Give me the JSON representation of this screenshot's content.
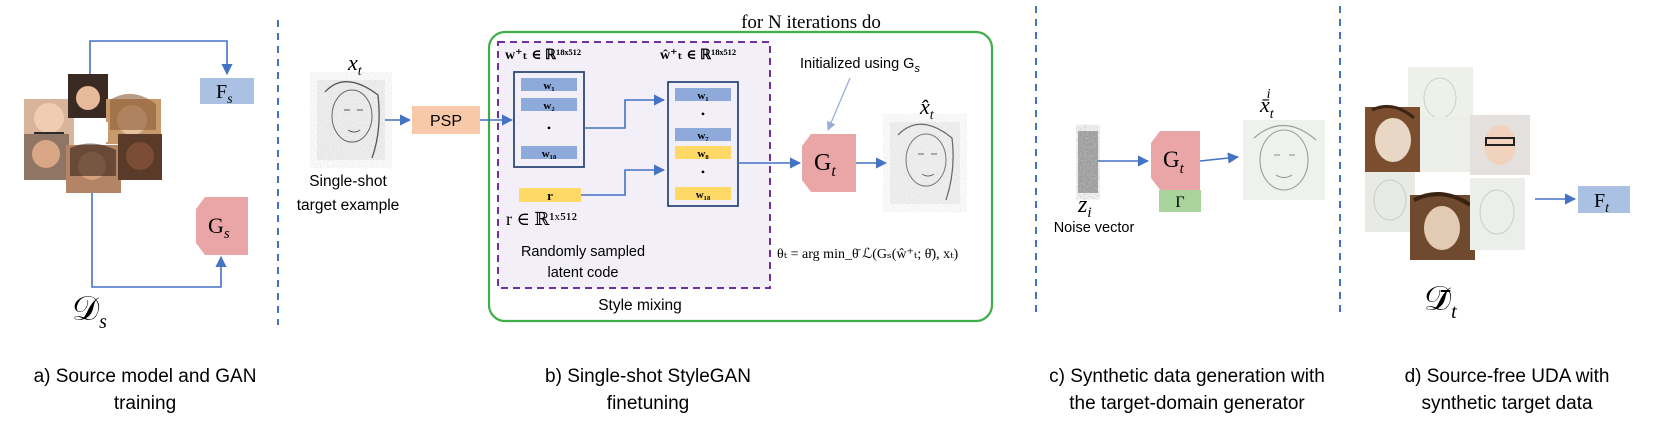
{
  "colors": {
    "arrow": "#4472c4",
    "divider": "#4472c4",
    "generator": "#eaa6a6",
    "classifier": "#aac1e4",
    "psp": "#f8c9a8",
    "gamma": "#a8d39a",
    "latent_bar": "#8eaadb",
    "mix_bar": "#ffd966",
    "style_box_fill": "#f3eff9",
    "style_box_border": "#7030a0",
    "loop_border": "#3fae49"
  },
  "panel_a": {
    "caption_line1": "a) Source model and GAN",
    "caption_line2": "training",
    "dataset_label": "𝒟",
    "dataset_sub": "s",
    "classifier_label": "F",
    "classifier_sub": "s",
    "generator_label": "G",
    "generator_sub": "s"
  },
  "panel_b": {
    "caption_line1": "b) Single-shot StyleGAN",
    "caption_line2": "finetuning",
    "loop_label": "for N iterations do",
    "input_label": "x",
    "input_sub": "t",
    "input_caption_line1": "Single-shot",
    "input_caption_line2": "target example",
    "encoder_label": "PSP",
    "wplus_label": "w⁺ₜ ∈ ℝ¹⁸ˣ⁵¹²",
    "wplus_items": [
      "w₁",
      "w₂",
      "•",
      "w₁₈"
    ],
    "what_label": "ŵ⁺ₜ ∈ ℝ¹⁸ˣ⁵¹²",
    "what_items": [
      "w₁",
      "•",
      "w₇",
      "w₈",
      "•",
      "w₁₈"
    ],
    "r_label": "r",
    "r_space": "r ∈ ℝ¹ˣ⁵¹²",
    "random_caption_line1": "Randomly sampled",
    "random_caption_line2": "latent code",
    "style_mixing_label": "Style mixing",
    "init_label": "Initialized using G",
    "init_sub": "s",
    "generator_label": "G",
    "generator_sub": "t",
    "output_label": "x̂",
    "output_sub": "t",
    "objective": "θₜ = arg min_θ̄  ℒ(Gₛ(ŵ⁺ₜ; θ̄), xₜ)"
  },
  "panel_c": {
    "caption_line1": "c) Synthetic data generation with",
    "caption_line2": "the target-domain generator",
    "noise_label": "z",
    "noise_sub": "i",
    "noise_caption": "Noise vector",
    "generator_label": "G",
    "generator_sub": "t",
    "gamma_label": "Γ",
    "output_label": "x̄",
    "output_sub": "t",
    "output_sup": "i"
  },
  "panel_d": {
    "caption_line1": "d) Source-free UDA with",
    "caption_line2": "synthetic target data",
    "dataset_label": "𝒟̄",
    "dataset_sub": "t",
    "classifier_label": "F",
    "classifier_sub": "t"
  }
}
